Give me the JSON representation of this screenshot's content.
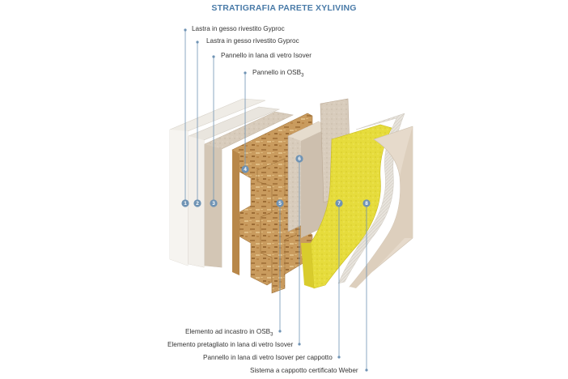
{
  "title": "STRATIGRAFIA PARETE XYLIVING",
  "labels_top": [
    "Lastra in gesso rivestito Gyproc",
    "Lastra in gesso rivestito Gyproc",
    "Pannello in lana di vetro Isover",
    "Pannello in OSB"
  ],
  "osb_subscript": "3",
  "labels_bottom": [
    "Elemento ad incastro in OSB",
    "Elemento pretagliato in lana di vetro Isover",
    "Pannello in lana di vetro Isover per cappotto",
    "Sistema a cappotto certificato Weber"
  ],
  "badges": [
    "1",
    "2",
    "3",
    "4",
    "5",
    "6",
    "7",
    "8"
  ],
  "colors": {
    "title": "#4a7ba8",
    "badge": "#6f93b4",
    "leader": "#6f93b4",
    "gypsum": "#f1efea",
    "woolboard": "#d9ccbc",
    "osb": "#c79a5c",
    "yellow_wool": "#e8dc3a",
    "render": "#e4d8c8"
  }
}
